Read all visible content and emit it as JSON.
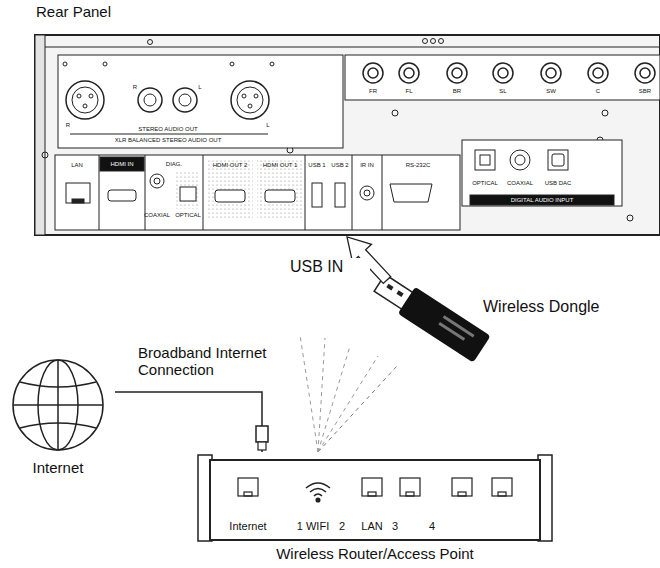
{
  "diagram": {
    "nodes": [
      {
        "text": [
          "Rear Panel"
        ]
      },
      {
        "text": [
          "Wireless Dongle"
        ]
      },
      {
        "text": [
          "Internet"
        ]
      },
      {
        "text": [
          "Wireless Router/Access Point"
        ]
      }
    ],
    "edges": [
      {
        "from": 2,
        "to": 3,
        "label": "Broadband Internet Connection",
        "arrow": "none"
      },
      {
        "from": 1,
        "to": 0,
        "label": "USB IN",
        "arrow": "to"
      },
      {
        "from": 3,
        "to": 1,
        "arrow": "none"
      }
    ],
    "labels": [
      "FR",
      "FL",
      "BR",
      "SL",
      "SW",
      "C",
      "SBR",
      "R",
      "R",
      "L",
      "L",
      "STEREO AUDIO OUT",
      "XLR BALANCED STEREO AUDIO OUT",
      "LAN",
      "HDMI IN",
      "DIAG.",
      "COAXIAL",
      "OPTICAL",
      "HDMI OUT 2",
      "HDMI OUT 1",
      "USB 1",
      "USB 2",
      "IR IN",
      "RS-232C",
      "OPTICAL",
      "COAXIAL",
      "USB DAC",
      "DIGITAL AUDIO INPUT",
      "Internet",
      "1 WIFI",
      "2",
      "LAN",
      "3",
      "4"
    ]
  }
}
